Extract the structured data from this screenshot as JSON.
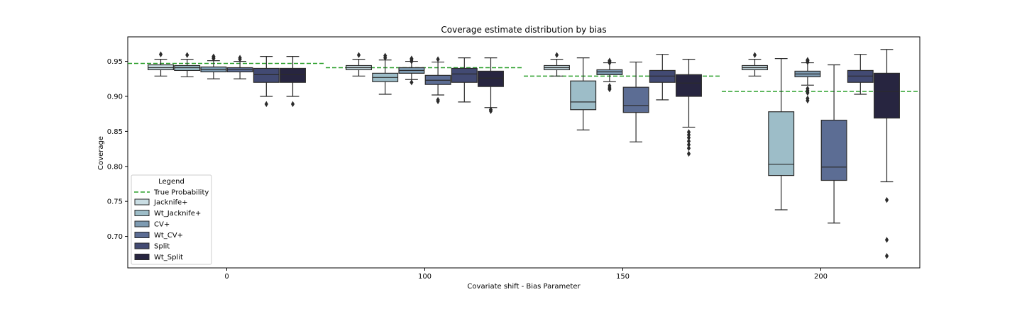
{
  "chart_data": {
    "type": "box",
    "title": "Coverage estimate distribution by bias",
    "xlabel": "Covariate shift - Bias Parameter",
    "ylabel": "Coverage",
    "categories": [
      "0",
      "100",
      "150",
      "200"
    ],
    "ylim": [
      0.655,
      0.985
    ],
    "yticks": [
      0.7,
      0.75,
      0.8,
      0.85,
      0.9,
      0.95
    ],
    "ytick_labels": [
      "0.70",
      "0.75",
      "0.80",
      "0.85",
      "0.90",
      "0.95"
    ],
    "grid": false,
    "legend": {
      "title": "Legend",
      "position": "lower-left"
    },
    "true_probability": {
      "name": "True Probability",
      "color": "#2ca02c",
      "values": [
        0.947,
        0.941,
        0.929,
        0.907
      ]
    },
    "series": [
      {
        "name": "Jacknife+",
        "color": "#c9dde3",
        "boxes": [
          {
            "whislo": 0.929,
            "q1": 0.938,
            "med": 0.941,
            "q3": 0.945,
            "whishi": 0.953,
            "fliers": [
              0.96
            ]
          },
          {
            "whislo": 0.929,
            "q1": 0.938,
            "med": 0.941,
            "q3": 0.944,
            "whishi": 0.953,
            "fliers": [
              0.959
            ]
          },
          {
            "whislo": 0.929,
            "q1": 0.938,
            "med": 0.941,
            "q3": 0.944,
            "whishi": 0.953,
            "fliers": [
              0.959
            ]
          },
          {
            "whislo": 0.929,
            "q1": 0.938,
            "med": 0.941,
            "q3": 0.944,
            "whishi": 0.953,
            "fliers": [
              0.959
            ]
          }
        ]
      },
      {
        "name": "Wt_Jacknife+",
        "color": "#9dbdc8",
        "boxes": [
          {
            "whislo": 0.928,
            "q1": 0.937,
            "med": 0.941,
            "q3": 0.944,
            "whishi": 0.953,
            "fliers": [
              0.959
            ]
          },
          {
            "whislo": 0.903,
            "q1": 0.921,
            "med": 0.927,
            "q3": 0.933,
            "whishi": 0.952,
            "fliers": [
              0.955,
              0.958
            ]
          },
          {
            "whislo": 0.852,
            "q1": 0.881,
            "med": 0.892,
            "q3": 0.922,
            "whishi": 0.955,
            "fliers": []
          },
          {
            "whislo": 0.738,
            "q1": 0.787,
            "med": 0.803,
            "q3": 0.878,
            "whishi": 0.954,
            "fliers": []
          }
        ]
      },
      {
        "name": "CV+",
        "color": "#7e9bb2",
        "boxes": [
          {
            "whislo": 0.925,
            "q1": 0.935,
            "med": 0.938,
            "q3": 0.942,
            "whishi": 0.951,
            "fliers": [
              0.954,
              0.956,
              0.957
            ]
          },
          {
            "whislo": 0.924,
            "q1": 0.933,
            "med": 0.937,
            "q3": 0.941,
            "whishi": 0.95,
            "fliers": [
              0.92,
              0.95,
              0.952,
              0.954
            ]
          },
          {
            "whislo": 0.921,
            "q1": 0.931,
            "med": 0.935,
            "q3": 0.938,
            "whishi": 0.948,
            "fliers": [
              0.91,
              0.912,
              0.915,
              0.948,
              0.95,
              0.951
            ]
          },
          {
            "whislo": 0.916,
            "q1": 0.928,
            "med": 0.932,
            "q3": 0.936,
            "whishi": 0.948,
            "fliers": [
              0.894,
              0.897,
              0.905,
              0.908,
              0.911,
              0.949,
              0.951,
              0.952
            ]
          }
        ]
      },
      {
        "name": "Wt_CV+",
        "color": "#5c6d94",
        "boxes": [
          {
            "whislo": 0.925,
            "q1": 0.935,
            "med": 0.938,
            "q3": 0.941,
            "whishi": 0.95,
            "fliers": [
              0.953,
              0.955
            ]
          },
          {
            "whislo": 0.902,
            "q1": 0.917,
            "med": 0.923,
            "q3": 0.93,
            "whishi": 0.949,
            "fliers": [
              0.893,
              0.895,
              0.953
            ]
          },
          {
            "whislo": 0.835,
            "q1": 0.877,
            "med": 0.887,
            "q3": 0.913,
            "whishi": 0.949,
            "fliers": []
          },
          {
            "whislo": 0.719,
            "q1": 0.78,
            "med": 0.799,
            "q3": 0.866,
            "whishi": 0.945,
            "fliers": []
          }
        ]
      },
      {
        "name": "Split",
        "color": "#424a73",
        "boxes": [
          {
            "whislo": 0.9,
            "q1": 0.92,
            "med": 0.931,
            "q3": 0.94,
            "whishi": 0.957,
            "fliers": [
              0.889
            ]
          },
          {
            "whislo": 0.892,
            "q1": 0.92,
            "med": 0.932,
            "q3": 0.94,
            "whishi": 0.955,
            "fliers": []
          },
          {
            "whislo": 0.895,
            "q1": 0.92,
            "med": 0.929,
            "q3": 0.937,
            "whishi": 0.96,
            "fliers": []
          },
          {
            "whislo": 0.903,
            "q1": 0.92,
            "med": 0.929,
            "q3": 0.937,
            "whishi": 0.96,
            "fliers": []
          }
        ]
      },
      {
        "name": "Wt_Split",
        "color": "#272540",
        "boxes": [
          {
            "whislo": 0.9,
            "q1": 0.92,
            "med": 0.931,
            "q3": 0.94,
            "whishi": 0.957,
            "fliers": [
              0.889
            ]
          },
          {
            "whislo": 0.884,
            "q1": 0.914,
            "med": 0.926,
            "q3": 0.936,
            "whishi": 0.955,
            "fliers": [
              0.879,
              0.881
            ]
          },
          {
            "whislo": 0.856,
            "q1": 0.9,
            "med": 0.919,
            "q3": 0.931,
            "whishi": 0.953,
            "fliers": [
              0.818,
              0.826,
              0.831,
              0.836,
              0.841,
              0.845,
              0.849
            ]
          },
          {
            "whislo": 0.778,
            "q1": 0.869,
            "med": 0.907,
            "q3": 0.933,
            "whishi": 0.967,
            "fliers": [
              0.672,
              0.695,
              0.752
            ]
          }
        ]
      }
    ]
  }
}
